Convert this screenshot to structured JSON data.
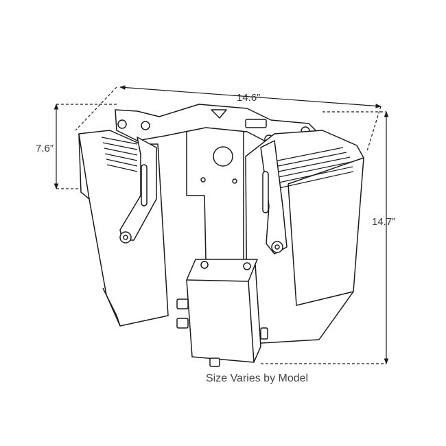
{
  "dimensions": {
    "width": "14.6”",
    "depth": "7.6”",
    "height": "14.7”"
  },
  "caption": "Size Varies by Model",
  "colors": {
    "line": "#1a1a1a",
    "dimension": "#333333",
    "background": "#ffffff"
  }
}
